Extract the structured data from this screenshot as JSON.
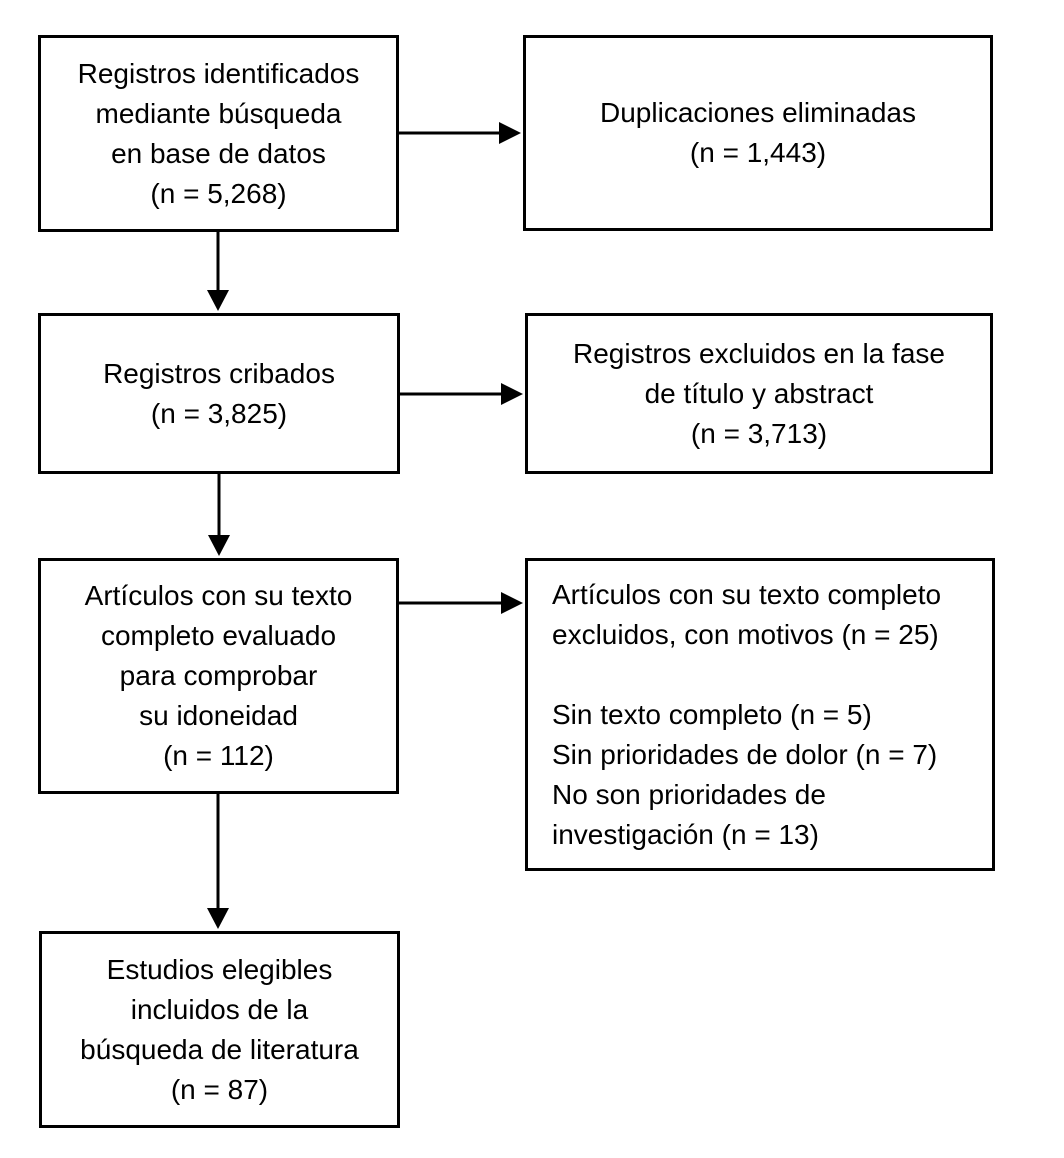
{
  "diagram": {
    "type": "flowchart",
    "language": "es",
    "colors": {
      "background": "#ffffff",
      "box_border": "#000000",
      "text": "#000000",
      "arrow": "#000000"
    },
    "boxes": {
      "identified": {
        "text": "Registros identificados\nmediante búsqueda\nen base de datos\n(n = 5,268)",
        "n": 5268
      },
      "duplicates": {
        "text": "Duplicaciones eliminadas\n(n = 1,443)",
        "n": 1443
      },
      "screened": {
        "text": "Registros cribados\n(n = 3,825)",
        "n": 3825
      },
      "title_abstract_excluded": {
        "text": "Registros excluidos en la fase\nde título y abstract\n(n = 3,713)",
        "n": 3713
      },
      "fulltext_assessed": {
        "text": "Artículos con su texto\ncompleto evaluado\npara comprobar\nsu idoneidad\n(n = 112)",
        "n": 112
      },
      "fulltext_excluded": {
        "text": "Artículos con su texto completo\nexcluidos, con motivos (n = 25)\n\nSin texto completo (n = 5)\nSin prioridades de dolor (n = 7)\nNo son prioridades de\ninvestigación (n = 13)",
        "n": 25,
        "reasons": [
          {
            "label": "Sin texto completo",
            "n": 5
          },
          {
            "label": "Sin prioridades de dolor",
            "n": 7
          },
          {
            "label": "No son prioridades de investigación",
            "n": 13
          }
        ]
      },
      "included": {
        "text": "Estudios elegibles\nincluidos de la\nbúsqueda de literatura\n(n = 87)",
        "n": 87
      }
    },
    "flows": [
      {
        "from": "identified",
        "to": "duplicates"
      },
      {
        "from": "identified",
        "to": "screened"
      },
      {
        "from": "screened",
        "to": "title_abstract_excluded"
      },
      {
        "from": "screened",
        "to": "fulltext_assessed"
      },
      {
        "from": "fulltext_assessed",
        "to": "fulltext_excluded"
      },
      {
        "from": "fulltext_assessed",
        "to": "included"
      }
    ]
  }
}
